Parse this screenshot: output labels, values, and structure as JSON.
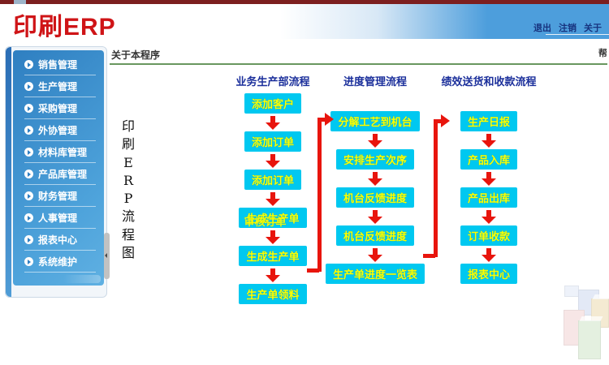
{
  "header": {
    "logo_text": "印刷ERP",
    "links": {
      "logout": "退出",
      "signoff": "注销",
      "about": "关于"
    }
  },
  "tabs": {
    "about_program": "关于本程序",
    "clipped_right_text": "帮"
  },
  "sidebar": {
    "items": [
      {
        "label": "销售管理"
      },
      {
        "label": "生产管理"
      },
      {
        "label": "采购管理"
      },
      {
        "label": "外协管理"
      },
      {
        "label": "材料库管理"
      },
      {
        "label": "产品库管理"
      },
      {
        "label": "财务管理"
      },
      {
        "label": "人事管理"
      },
      {
        "label": "报表中心"
      },
      {
        "label": "系统维护"
      }
    ]
  },
  "flow": {
    "vertical_caption": "印刷ERP流程图",
    "columns": [
      {
        "title": "业务生产部流程",
        "boxes": [
          "添加客户",
          "添加订单",
          "添加订单",
          "生成生产单",
          "生成生产单",
          "生产单领料"
        ],
        "overlay": {
          "index": 3,
          "text": "审核订单"
        }
      },
      {
        "title": "进度管理流程",
        "boxes": [
          "分解工艺到机台",
          "安排生产次序",
          "机台反馈进度",
          "机台反馈进度",
          "生产单进度一览表"
        ]
      },
      {
        "title": "绩效送货和收款流程",
        "boxes": [
          "生产日报",
          "产品入库",
          "产品出库",
          "订单收款",
          "报表中心"
        ]
      }
    ]
  },
  "colors": {
    "flow_box_bg": "#00c8f0",
    "flow_box_text": "#ffff00",
    "arrow_red": "#e8150d",
    "column_title": "#1b2f9b",
    "logo_red": "#cf1417",
    "sidebar_blue": "#3c8fcd",
    "green_rule": "#69975f",
    "header_band_blue": "#4d9edc"
  }
}
